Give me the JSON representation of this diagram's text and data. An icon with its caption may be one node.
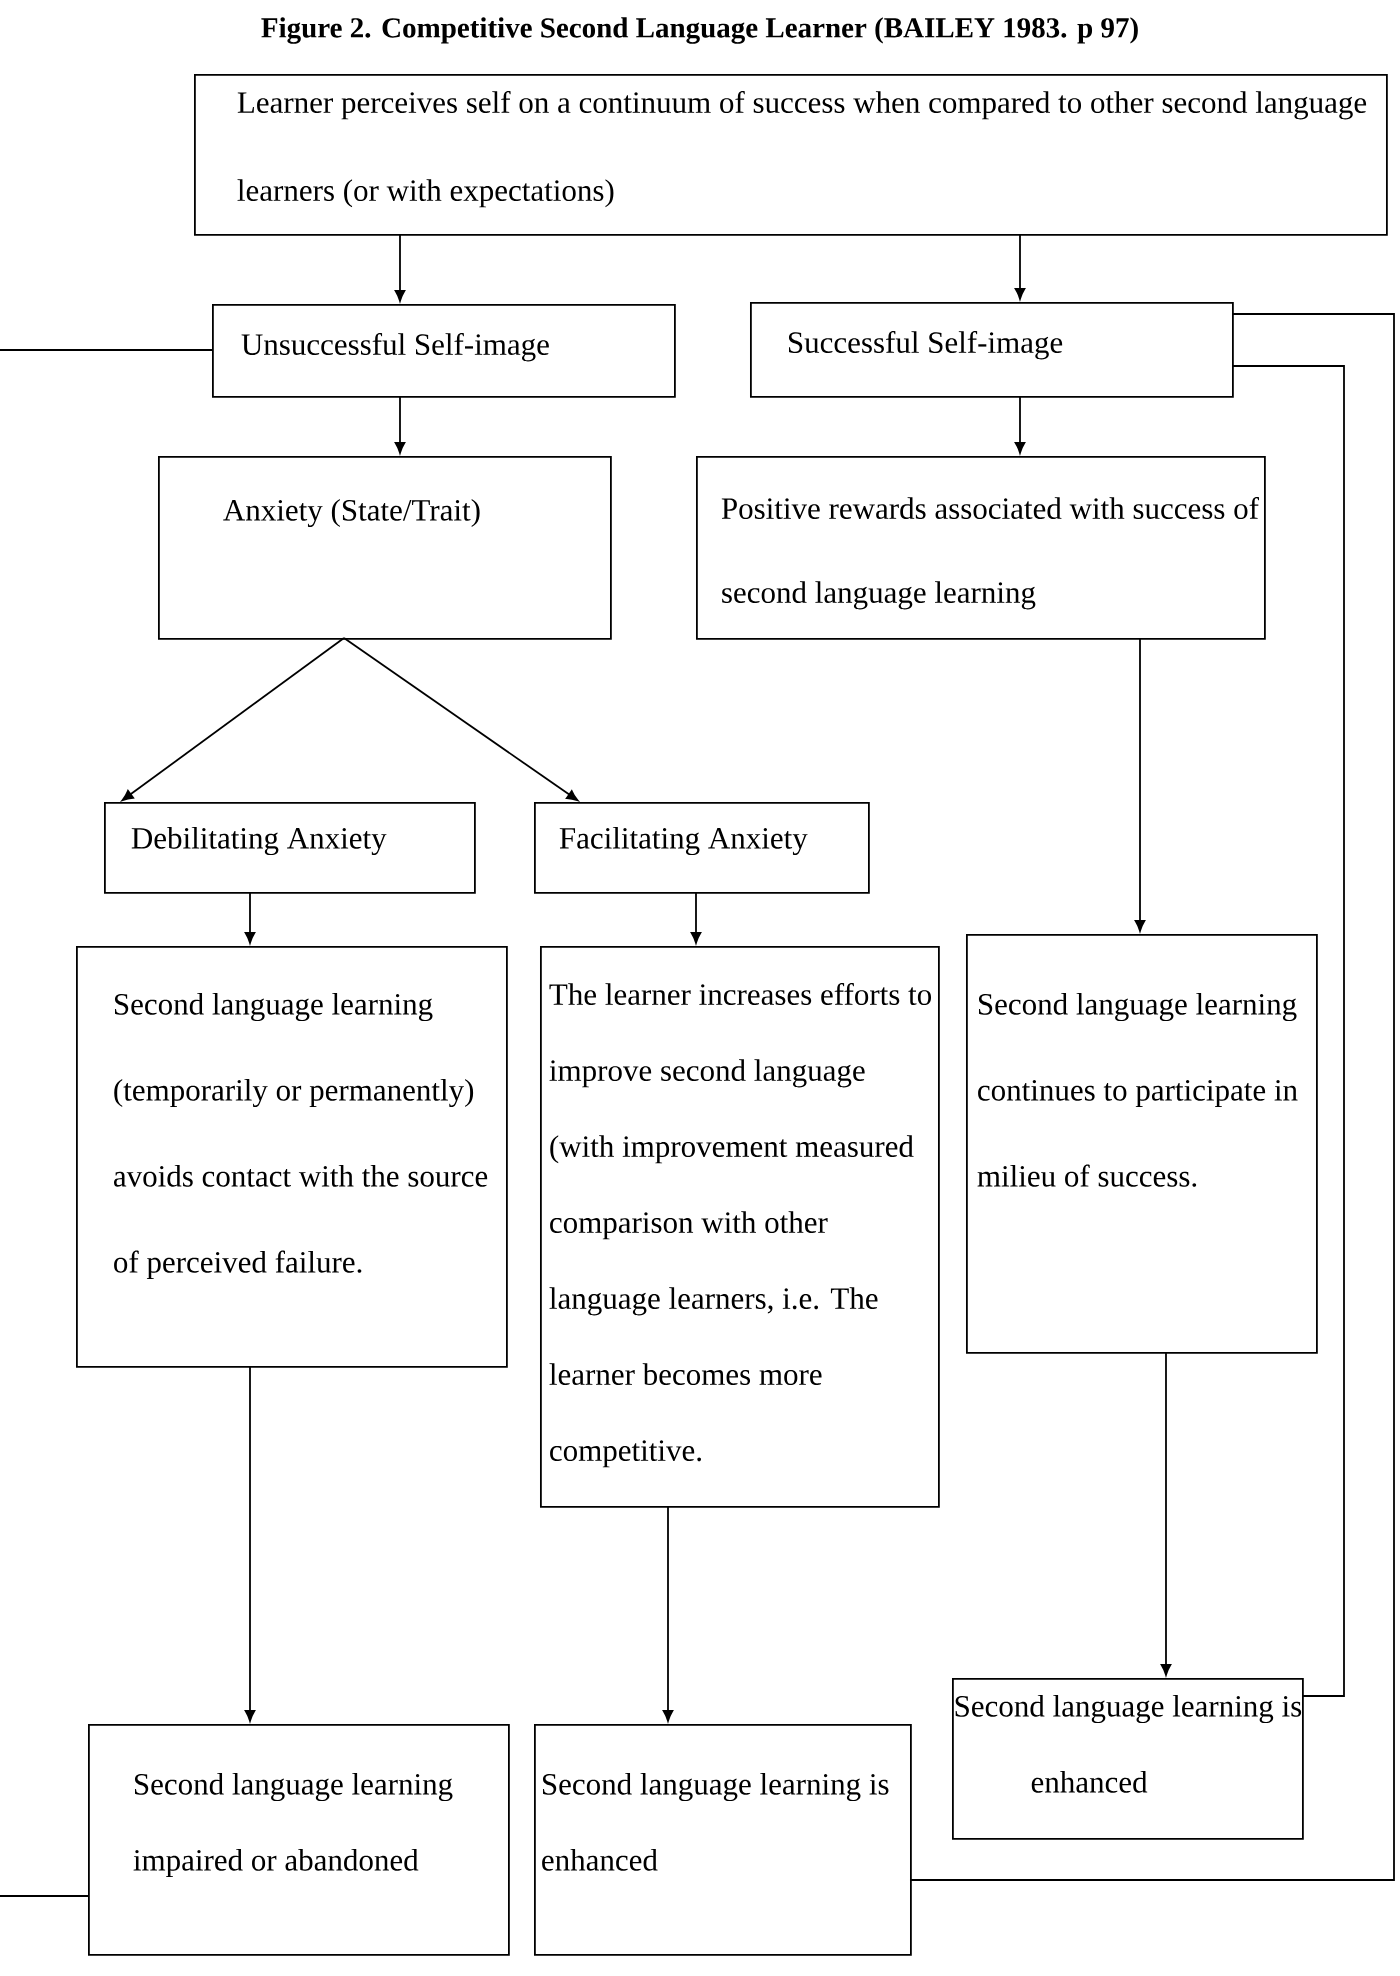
{
  "diagram": {
    "title": "Figure 2. Competitive Second Language Learner (BAILEY 1983. p 97)",
    "nodes": [
      {
        "text": [
          "Learner perceives self on a continuum of success when compared to other second language learners (or with expectations)"
        ]
      },
      {
        "text": [
          "Unsuccessful Self-image"
        ]
      },
      {
        "text": [
          "Successful Self-image"
        ]
      },
      {
        "text": [
          "Anxiety (State/Trait)"
        ]
      },
      {
        "text": [
          "Positive rewards associated with success of second language learning"
        ]
      },
      {
        "text": [
          "Debilitating Anxiety"
        ]
      },
      {
        "text": [
          "Facilitating Anxiety"
        ]
      },
      {
        "text": [
          "Second language learning (temporarily or permanently) avoids contact with the source of perceived failure."
        ]
      },
      {
        "text": [
          "The learner increases efforts to improve second language (with improvement measured comparison with other language learners, i.e. The learner becomes more competitive."
        ]
      },
      {
        "text": [
          "Second language learning continues to participate in milieu of success."
        ]
      },
      {
        "text": [
          "Second language learning impaired or abandoned"
        ]
      },
      {
        "text": [
          "Second language learning is enhanced"
        ]
      },
      {
        "text": [
          "Second language learning is enhanced"
        ]
      }
    ],
    "edges": [
      {
        "from": 0,
        "to": 1,
        "arrow": "to"
      },
      {
        "from": 0,
        "to": 2,
        "arrow": "to"
      },
      {
        "from": 1,
        "to": 3,
        "arrow": "to"
      },
      {
        "from": 2,
        "to": 4,
        "arrow": "to"
      },
      {
        "from": 3,
        "to": 5,
        "arrow": "to"
      },
      {
        "from": 3,
        "to": 6,
        "arrow": "to"
      },
      {
        "from": 5,
        "to": 7,
        "arrow": "to"
      },
      {
        "from": 6,
        "to": 8,
        "arrow": "to"
      },
      {
        "from": 4,
        "to": 9,
        "arrow": "to"
      },
      {
        "from": 7,
        "to": 10,
        "arrow": "to"
      },
      {
        "from": 8,
        "to": 11,
        "arrow": "to"
      },
      {
        "from": 9,
        "to": 12,
        "arrow": "to"
      },
      {
        "from": 2,
        "to": 11,
        "arrow": "none"
      },
      {
        "from": 2,
        "to": 12,
        "arrow": "none"
      },
      {
        "from": 1,
        "to": null,
        "arrow": "none"
      },
      {
        "from": null,
        "to": 10,
        "arrow": "none"
      }
    ]
  }
}
